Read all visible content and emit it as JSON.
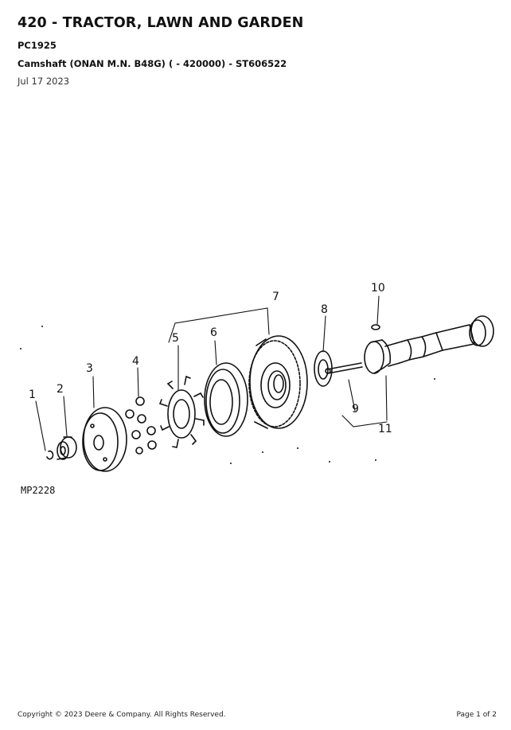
{
  "header": {
    "title": "420 - TRACTOR, LAWN AND GARDEN",
    "catalog_code": "PC1925",
    "subtitle": "Camshaft (ONAN M.N. B48G) ( - 420000) - ST606522",
    "date": "Jul 17 2023"
  },
  "diagram": {
    "callouts": [
      "1",
      "2",
      "3",
      "4",
      "5",
      "6",
      "7",
      "8",
      "9",
      "10",
      "11"
    ],
    "reference_code": "MP2228"
  },
  "footer": {
    "copyright": "Copyright © 2023 Deere & Company. All Rights Reserved.",
    "page": "Page 1 of 2"
  }
}
